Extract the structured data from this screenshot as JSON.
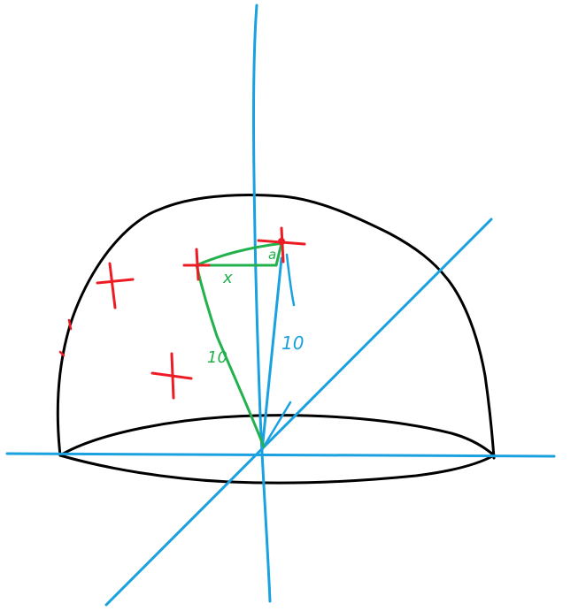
{
  "labels": {
    "green_radius": "10",
    "blue_radius": "10",
    "horizontal_offset": "x",
    "vertical_offset": "a"
  },
  "colors": {
    "axis": "#1aa1e0",
    "dome": "#000000",
    "triangle": "#22b14c",
    "marker": "#ed1c24",
    "background": "#ffffff"
  }
}
